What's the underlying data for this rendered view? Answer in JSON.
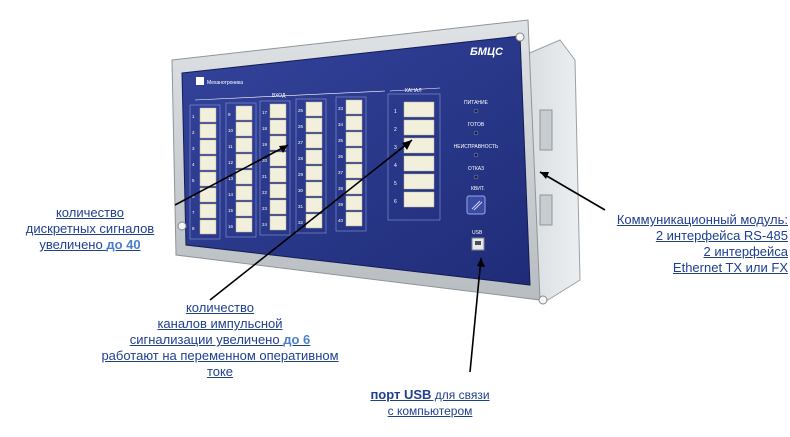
{
  "device": {
    "model": "БМЦС",
    "brand_logo_text": "Механотроника",
    "group_label_inputs": "ВХОД",
    "group_label_channels": "КАНАЛ",
    "column_numbers": [
      [
        "1",
        "2",
        "3",
        "4",
        "5",
        "6",
        "7",
        "8"
      ],
      [
        "9",
        "10",
        "11",
        "12",
        "13",
        "14",
        "15",
        "16"
      ],
      [
        "17",
        "18",
        "19",
        "20",
        "21",
        "22",
        "23",
        "24"
      ],
      [
        "25",
        "26",
        "27",
        "28",
        "29",
        "30",
        "31",
        "32"
      ],
      [
        "33",
        "34",
        "35",
        "36",
        "37",
        "38",
        "39",
        "40"
      ]
    ],
    "channel_numbers": [
      "1",
      "2",
      "3",
      "4",
      "5",
      "6"
    ],
    "indicators": [
      "ПИТАНИЕ",
      "ГОТОВ",
      "НЕИСПРАВНОСТЬ",
      "ОТКАЗ"
    ],
    "ack_label": "КВИТ.",
    "usb_label": "USB"
  },
  "callouts": {
    "discrete": {
      "line1": "количество",
      "line2": "дискретных сигналов",
      "line3_prefix": "увеличено ",
      "line3_bold": "до 40"
    },
    "impulse": {
      "line1": "количество",
      "line2": "каналов импульсной",
      "line3_prefix": "сигнализации увеличено ",
      "line3_bold": "до 6",
      "line4": "работают на переменном оперативном токе"
    },
    "usb": {
      "line1_bold": "порт USB",
      "line1_suffix": " для связи",
      "line2": "с компьютером"
    },
    "comm": {
      "line1": "Коммуникационный модуль:",
      "line2": "2 интерфейса RS-485",
      "line3": "2 интерфейса",
      "line4": "Ethernet TX или FX"
    }
  },
  "colors": {
    "panel_blue": "#2a3a8e",
    "frame_gray": "#c9cdd0",
    "callout_text": "#1f3f8f",
    "highlight": "#4a7fd0"
  }
}
